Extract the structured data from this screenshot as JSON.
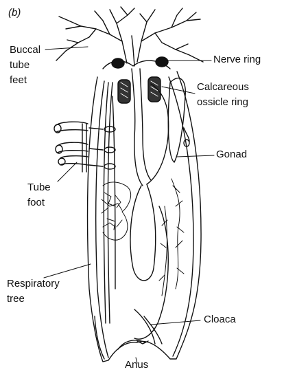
{
  "panel_label": "(b)",
  "labels": {
    "buccal_tube_feet": [
      "Buccal",
      "tube",
      "feet"
    ],
    "nerve_ring": "Nerve ring",
    "calcareous_ossicle_ring": [
      "Calcareous",
      "ossicle ring"
    ],
    "gonad": "Gonad",
    "tube_foot": [
      "Tube",
      "foot"
    ],
    "respiratory_tree": [
      "Respiratory",
      "tree"
    ],
    "cloaca": "Cloaca",
    "anus": "Anus"
  },
  "colors": {
    "ink": "#111111",
    "background": "#ffffff"
  }
}
